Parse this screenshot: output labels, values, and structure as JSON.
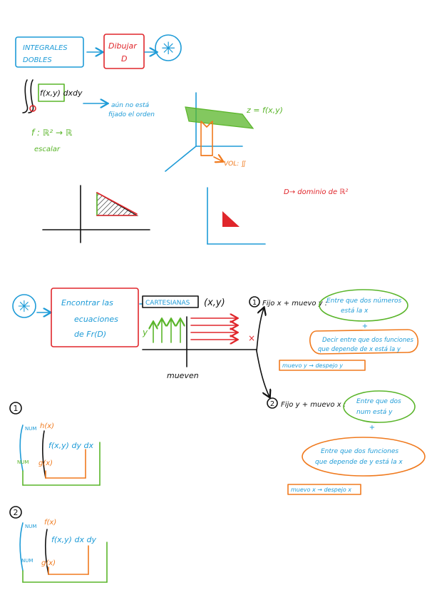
{
  "colors": {
    "blue": "#1e9bd7",
    "red": "#e0262b",
    "green": "#5ab52a",
    "orange": "#f07a1e",
    "black": "#111111"
  },
  "top": {
    "box1_line1": "INTEGRALES",
    "box1_line2": "DOBLES",
    "box2_line1": "Dibujar",
    "box2_line2": "D",
    "star": "✳",
    "integrand": "f(x,y) dxdy",
    "order_note_line1": "aún no está",
    "order_note_line2": "fijado el orden",
    "func_def": "f : ℝ² → ℝ",
    "escalar": "escalar",
    "z_label": "z = f(x,y)",
    "vol_label": "VOL: ∬",
    "domain_label": "D→ dominio de ℝ²"
  },
  "middle": {
    "star": "✳",
    "box_line1": "Encontrar las",
    "box_line2": "ecuaciones",
    "box_line3": "de Fr(D)",
    "cartesianas": "CARTESIANAS",
    "xy": "(x,y)",
    "y_label": "y",
    "x_mark": "×",
    "mueven": "mueven",
    "case1_num": "1",
    "case1_text": "Fijo x + muevo y :",
    "case1_green_line1": "Entre que dos números",
    "case1_green_line2": "está la x",
    "plus1": "+",
    "case1_orange_line1": "Decir entre que dos funciones",
    "case1_orange_line2": "que depende de x está la y",
    "case1_result": "muevo y → despejo y",
    "case2_num": "2",
    "case2_text": "Fijo y + muevo x :",
    "case2_green_line1": "Entre que dos",
    "case2_green_line2": "num está y",
    "plus2": "+",
    "case2_orange_line1": "Entre que dos funciones",
    "case2_orange_line2": "que depende de y está la x",
    "case2_result": "muevo x → despejo x"
  },
  "bottom": {
    "f1_num": "1",
    "f1_num_top": "NUM",
    "f1_num_bot": "NUM",
    "f1_h": "h(x)",
    "f1_g": "g(x)",
    "f1_integrand": "f(x,y) dy dx",
    "f2_num": "2",
    "f2_num_top": "NUM",
    "f2_num_bot": "NUM",
    "f2_f": "f(x)",
    "f2_g": "g(x)",
    "f2_integrand": "f(x,y) dx dy"
  }
}
